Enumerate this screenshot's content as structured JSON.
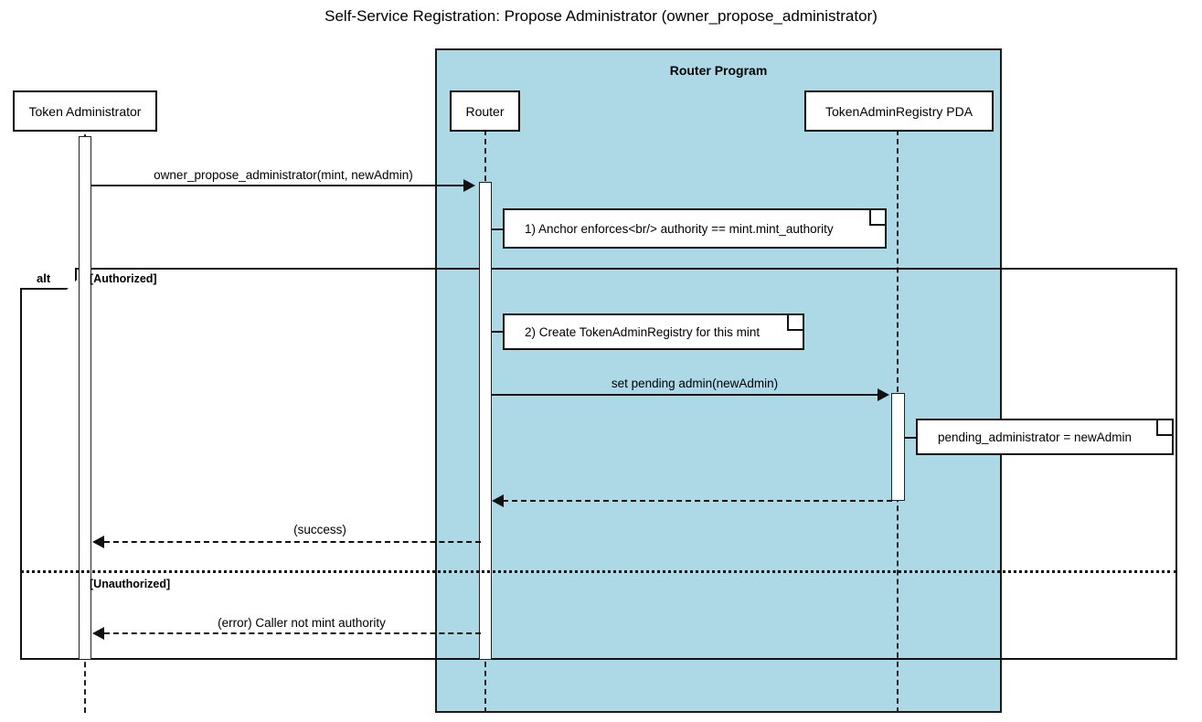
{
  "diagram": {
    "title": "Self-Service Registration: Propose Administrator (owner_propose_administrator)",
    "type": "sequence-diagram",
    "colors": {
      "group_background": "#ADD8E6",
      "line": "#111111",
      "note_background": "#FFFFFF",
      "participant_background": "#FFFFFF"
    },
    "groups": [
      {
        "label": "Router Program"
      }
    ],
    "participants": [
      {
        "id": "admin",
        "label": "Token Administrator",
        "group": null
      },
      {
        "id": "router",
        "label": "Router",
        "group": "Router Program"
      },
      {
        "id": "pda",
        "label": "TokenAdminRegistry PDA",
        "group": "Router Program"
      }
    ],
    "messages": [
      {
        "index": 1,
        "label": "owner_propose_administrator(mint, newAdmin)",
        "from": "admin",
        "to": "router",
        "style": "solid",
        "direction": "right"
      },
      {
        "index": 2,
        "label": "set pending admin(newAdmin)",
        "from": "router",
        "to": "pda",
        "style": "solid",
        "direction": "right"
      },
      {
        "index": 3,
        "label": "",
        "from": "pda",
        "to": "router",
        "style": "dashed",
        "direction": "left"
      },
      {
        "index": 4,
        "label": "(success)",
        "from": "router",
        "to": "admin",
        "style": "dashed",
        "direction": "left"
      },
      {
        "index": 5,
        "label": "(error) Caller not mint authority",
        "from": "router",
        "to": "admin",
        "style": "dashed",
        "direction": "left"
      }
    ],
    "notes": [
      {
        "index": 1,
        "text": "1) Anchor enforces<br/> authority == mint.mint_authority",
        "attached_to": "router",
        "side": "right"
      },
      {
        "index": 2,
        "text": "2) Create TokenAdminRegistry for this mint",
        "attached_to": "router",
        "side": "right"
      },
      {
        "index": 3,
        "text": "pending_administrator = newAdmin",
        "attached_to": "pda",
        "side": "right"
      }
    ],
    "fragments": [
      {
        "operator": "alt",
        "conditions": [
          {
            "label": "[Authorized]"
          },
          {
            "label": "[Unauthorized]"
          }
        ]
      }
    ]
  }
}
